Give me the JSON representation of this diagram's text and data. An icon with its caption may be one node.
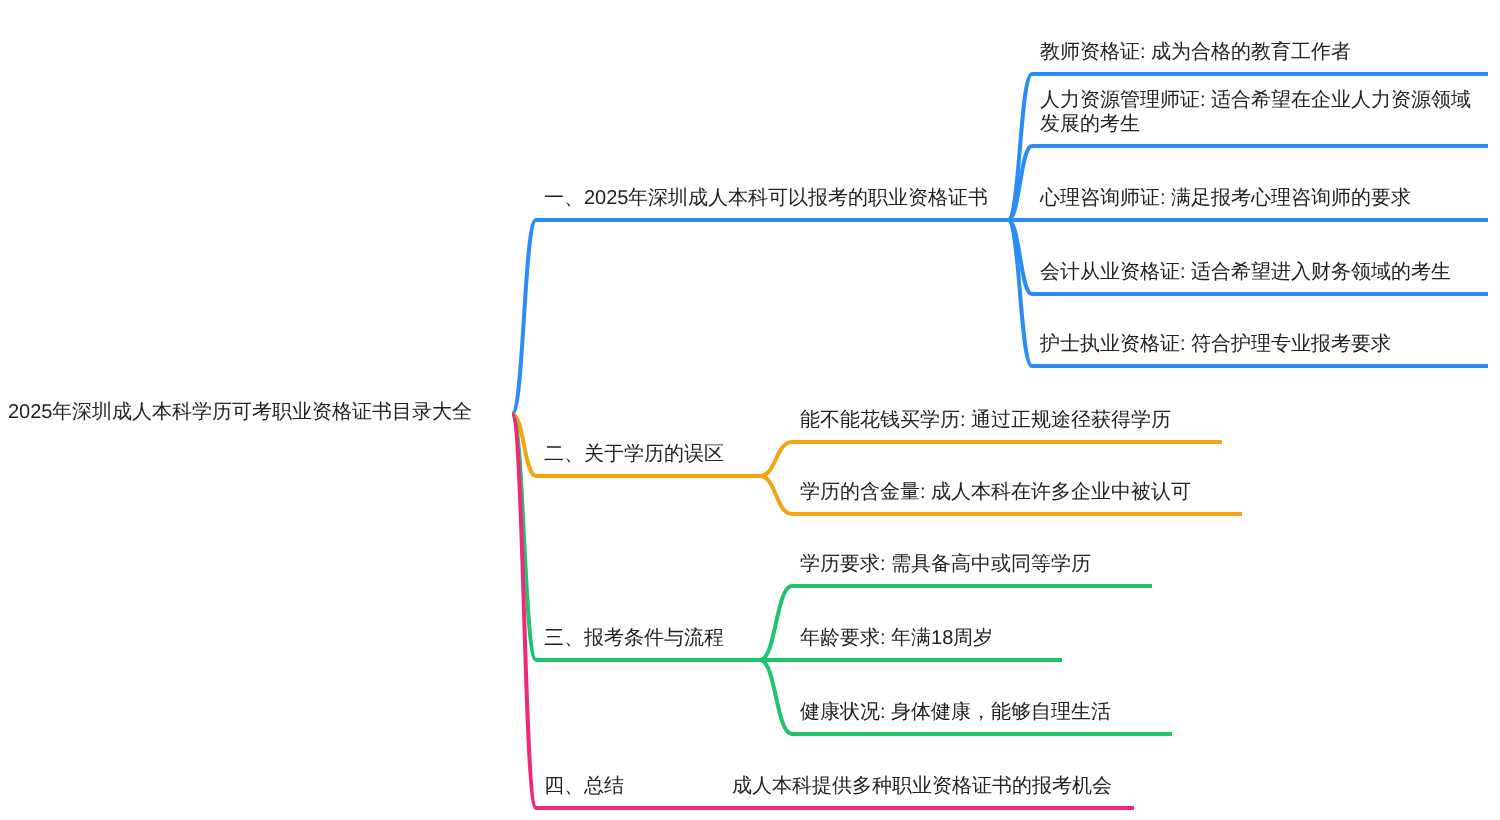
{
  "diagram": {
    "nodes": [
      {
        "text": [
          "2025年深圳成人本科学历可考职业资格证书目录大全"
        ]
      },
      {
        "text": [
          "一、2025年深圳成人本科可以报考的职业资格证书"
        ]
      },
      {
        "text": [
          "教师资格证: 成为合格的教育工作者"
        ]
      },
      {
        "text": [
          "人力资源管理师证: 适合希望在企业人力资源领域发展的考生"
        ]
      },
      {
        "text": [
          "心理咨询师证: 满足报考心理咨询师的要求"
        ]
      },
      {
        "text": [
          "会计从业资格证: 适合希望进入财务领域的考生"
        ]
      },
      {
        "text": [
          "护士执业资格证: 符合护理专业报考要求"
        ]
      },
      {
        "text": [
          "二、关于学历的误区"
        ]
      },
      {
        "text": [
          "能不能花钱买学历: 通过正规途径获得学历"
        ]
      },
      {
        "text": [
          "学历的含金量: 成人本科在许多企业中被认可"
        ]
      },
      {
        "text": [
          "三、报考条件与流程"
        ]
      },
      {
        "text": [
          "学历要求: 需具备高中或同等学历"
        ]
      },
      {
        "text": [
          "年龄要求: 年满18周岁"
        ]
      },
      {
        "text": [
          "健康状况: 身体健康，能够自理生活"
        ]
      },
      {
        "text": [
          "四、总结"
        ]
      },
      {
        "text": [
          "成人本科提供多种职业资格证书的报考机会"
        ]
      }
    ],
    "edges": [
      {
        "from": 0,
        "to": 1,
        "arrow": "none",
        "color": "#2b8cf5"
      },
      {
        "from": 1,
        "to": 2,
        "arrow": "none",
        "color": "#2b8cf5"
      },
      {
        "from": 1,
        "to": 3,
        "arrow": "none",
        "color": "#2b8cf5"
      },
      {
        "from": 1,
        "to": 4,
        "arrow": "none",
        "color": "#2b8cf5"
      },
      {
        "from": 1,
        "to": 5,
        "arrow": "none",
        "color": "#2b8cf5"
      },
      {
        "from": 1,
        "to": 6,
        "arrow": "none",
        "color": "#2b8cf5"
      },
      {
        "from": 0,
        "to": 7,
        "arrow": "none",
        "color": "#f5a312"
      },
      {
        "from": 7,
        "to": 8,
        "arrow": "none",
        "color": "#f5a312"
      },
      {
        "from": 7,
        "to": 9,
        "arrow": "none",
        "color": "#f5a312"
      },
      {
        "from": 0,
        "to": 10,
        "arrow": "none",
        "color": "#1fc46f"
      },
      {
        "from": 10,
        "to": 11,
        "arrow": "none",
        "color": "#1fc46f"
      },
      {
        "from": 10,
        "to": 12,
        "arrow": "none",
        "color": "#1fc46f"
      },
      {
        "from": 10,
        "to": 13,
        "arrow": "none",
        "color": "#1fc46f"
      },
      {
        "from": 0,
        "to": 14,
        "arrow": "none",
        "color": "#f0287a"
      },
      {
        "from": 14,
        "to": 15,
        "arrow": "none",
        "color": "#f0287a"
      }
    ]
  }
}
